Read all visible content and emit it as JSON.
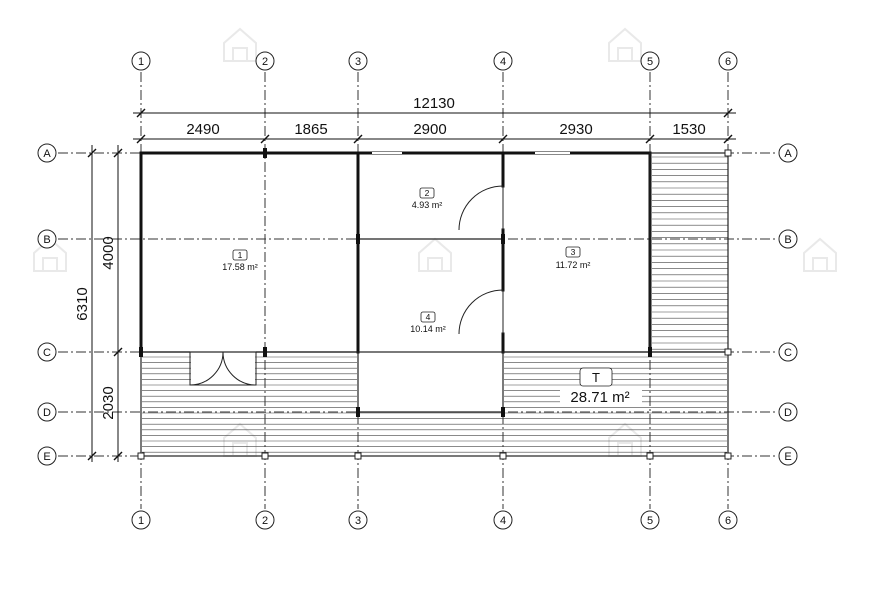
{
  "grid": {
    "columns": [
      "1",
      "2",
      "3",
      "4",
      "5",
      "6"
    ],
    "rows": [
      "A",
      "B",
      "C",
      "D",
      "E"
    ]
  },
  "dimensions": {
    "overall_width": "12130",
    "segments": [
      "2490",
      "1865",
      "2900",
      "2930",
      "1530"
    ],
    "overall_depth": "6310",
    "depth_segments": [
      "4000",
      "2030"
    ]
  },
  "rooms": [
    {
      "number": "1",
      "area": "17.58 m²"
    },
    {
      "number": "2",
      "area": "4.93 m²"
    },
    {
      "number": "3",
      "area": "11.72 m²"
    },
    {
      "number": "4",
      "area": "10.14 m²"
    }
  ],
  "terrace": {
    "label": "T",
    "area": "28.71 m²"
  },
  "colors": {
    "line": "#111111",
    "background": "#ffffff"
  }
}
